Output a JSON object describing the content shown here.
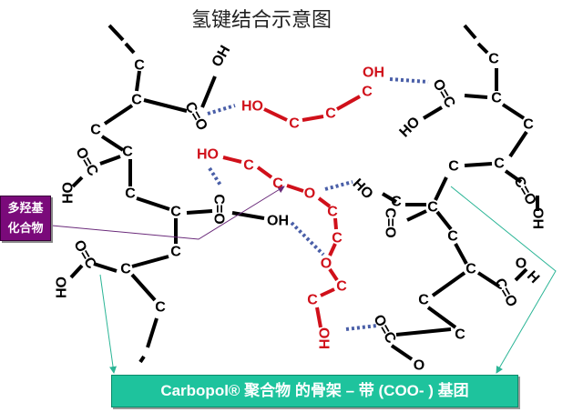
{
  "title": "氢键结合示意图",
  "side_label": {
    "line1": "多羟基",
    "line2": "化合物",
    "color": "#7a0a7a"
  },
  "footer_label": "Carbopol® 聚合物 的骨架 – 带 (COO- ) 基团",
  "colors": {
    "backbone": "#000000",
    "polyol": "#d0101a",
    "hydrogen_bond": "#4a5fa8",
    "pointer": "#2bb596",
    "footer": "#1ec39d"
  },
  "left_chain_atoms": [
    "C",
    "OH",
    "C",
    "C=O",
    "C",
    "O=C",
    "HO",
    "C",
    "C",
    "C",
    "C=O",
    "OH",
    "C",
    "C",
    "O=C",
    "HO",
    "C"
  ],
  "polyol_1_atoms": [
    "HO",
    "C",
    "C",
    "C",
    "OH"
  ],
  "polyol_2_atoms": [
    "HO",
    "C",
    "C",
    "O",
    "C",
    "C",
    "O",
    "C",
    "C",
    "OH"
  ],
  "right_chain_atoms": [
    "C",
    "C",
    "O=C",
    "HO",
    "C",
    "C",
    "C",
    "C=O",
    "OH",
    "HO",
    "C",
    "C",
    "C=O",
    "C",
    "C",
    "O",
    "H",
    "C=O",
    "C",
    "C",
    "O=C",
    "O"
  ]
}
